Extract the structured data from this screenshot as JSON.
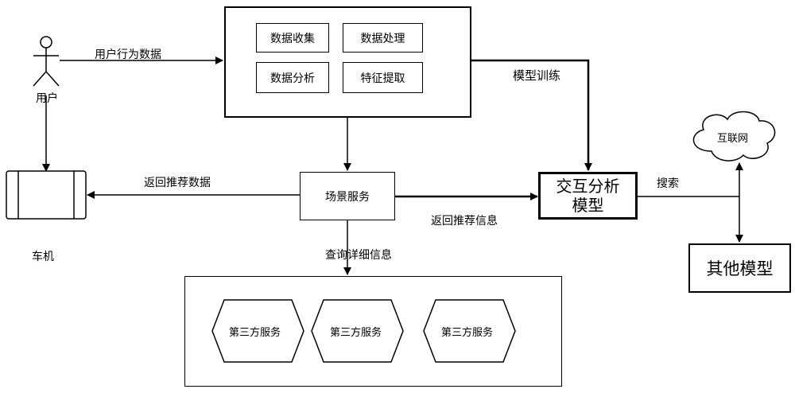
{
  "nodes": {
    "user": "用户",
    "car": "车机",
    "data_platform": {
      "items": [
        "数据收集",
        "数据处理",
        "数据分析",
        "特征提取"
      ]
    },
    "scene_service": "场景服务",
    "interaction_model": "交互分析\n模型",
    "internet": "互联网",
    "other_model": "其他模型",
    "third_party": [
      "第三方服务",
      "第三方服务",
      "第三方服务"
    ]
  },
  "edges": {
    "user_behavior": "用户行为数据",
    "model_training": "模型训练",
    "return_recommend_data": "返回推荐数据",
    "return_recommend_info": "返回推荐信息",
    "query_details": "查询详细信息",
    "search": "搜索"
  }
}
